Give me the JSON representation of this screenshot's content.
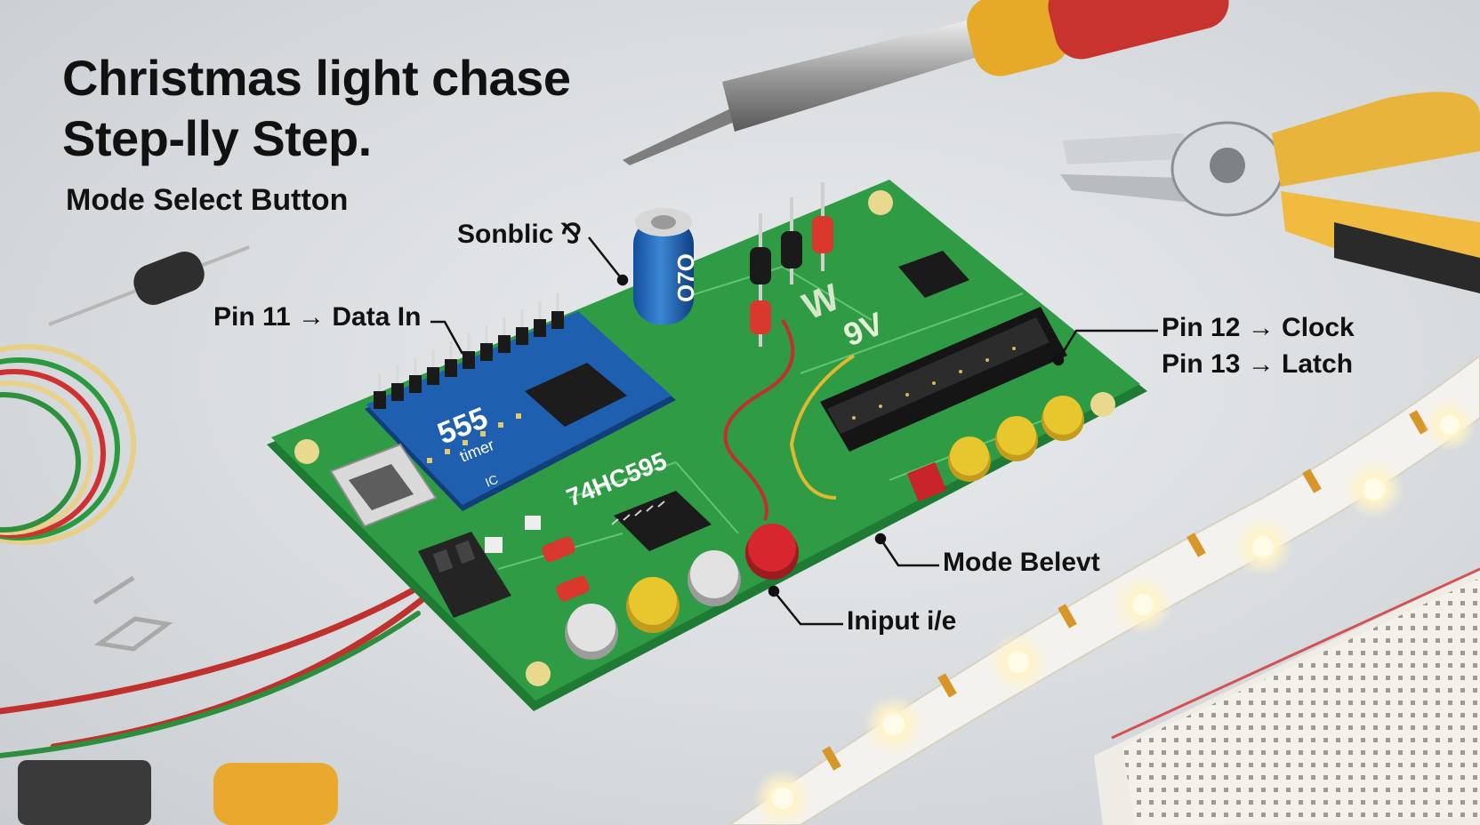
{
  "title_line1": "Christmas light chase",
  "title_line2": "Step-lly Step.",
  "subtitle": "Mode Select Button",
  "labels": {
    "sonblic": "Sonblic ⅋",
    "pin11": "Pin 11 → Data In",
    "pin12": "Pin 12 → Clock",
    "pin13": "Pin 13 → Latch",
    "mode": "Mode Belevt",
    "input": "Iniput i/e"
  },
  "board": {
    "timer_chip": "555",
    "timer_word": "timer",
    "timer_ic": "IC",
    "shift_chip": "74HC595",
    "battery_label": "9V",
    "capacitor_mark": "O7O"
  },
  "colors": {
    "pcb": "#2f9b45",
    "pcb_edge": "#1f7a33",
    "module": "#1f5fb0",
    "led_glow": "#fff6d8",
    "button_red": "#d8262e",
    "button_yellow": "#e8c62e"
  }
}
